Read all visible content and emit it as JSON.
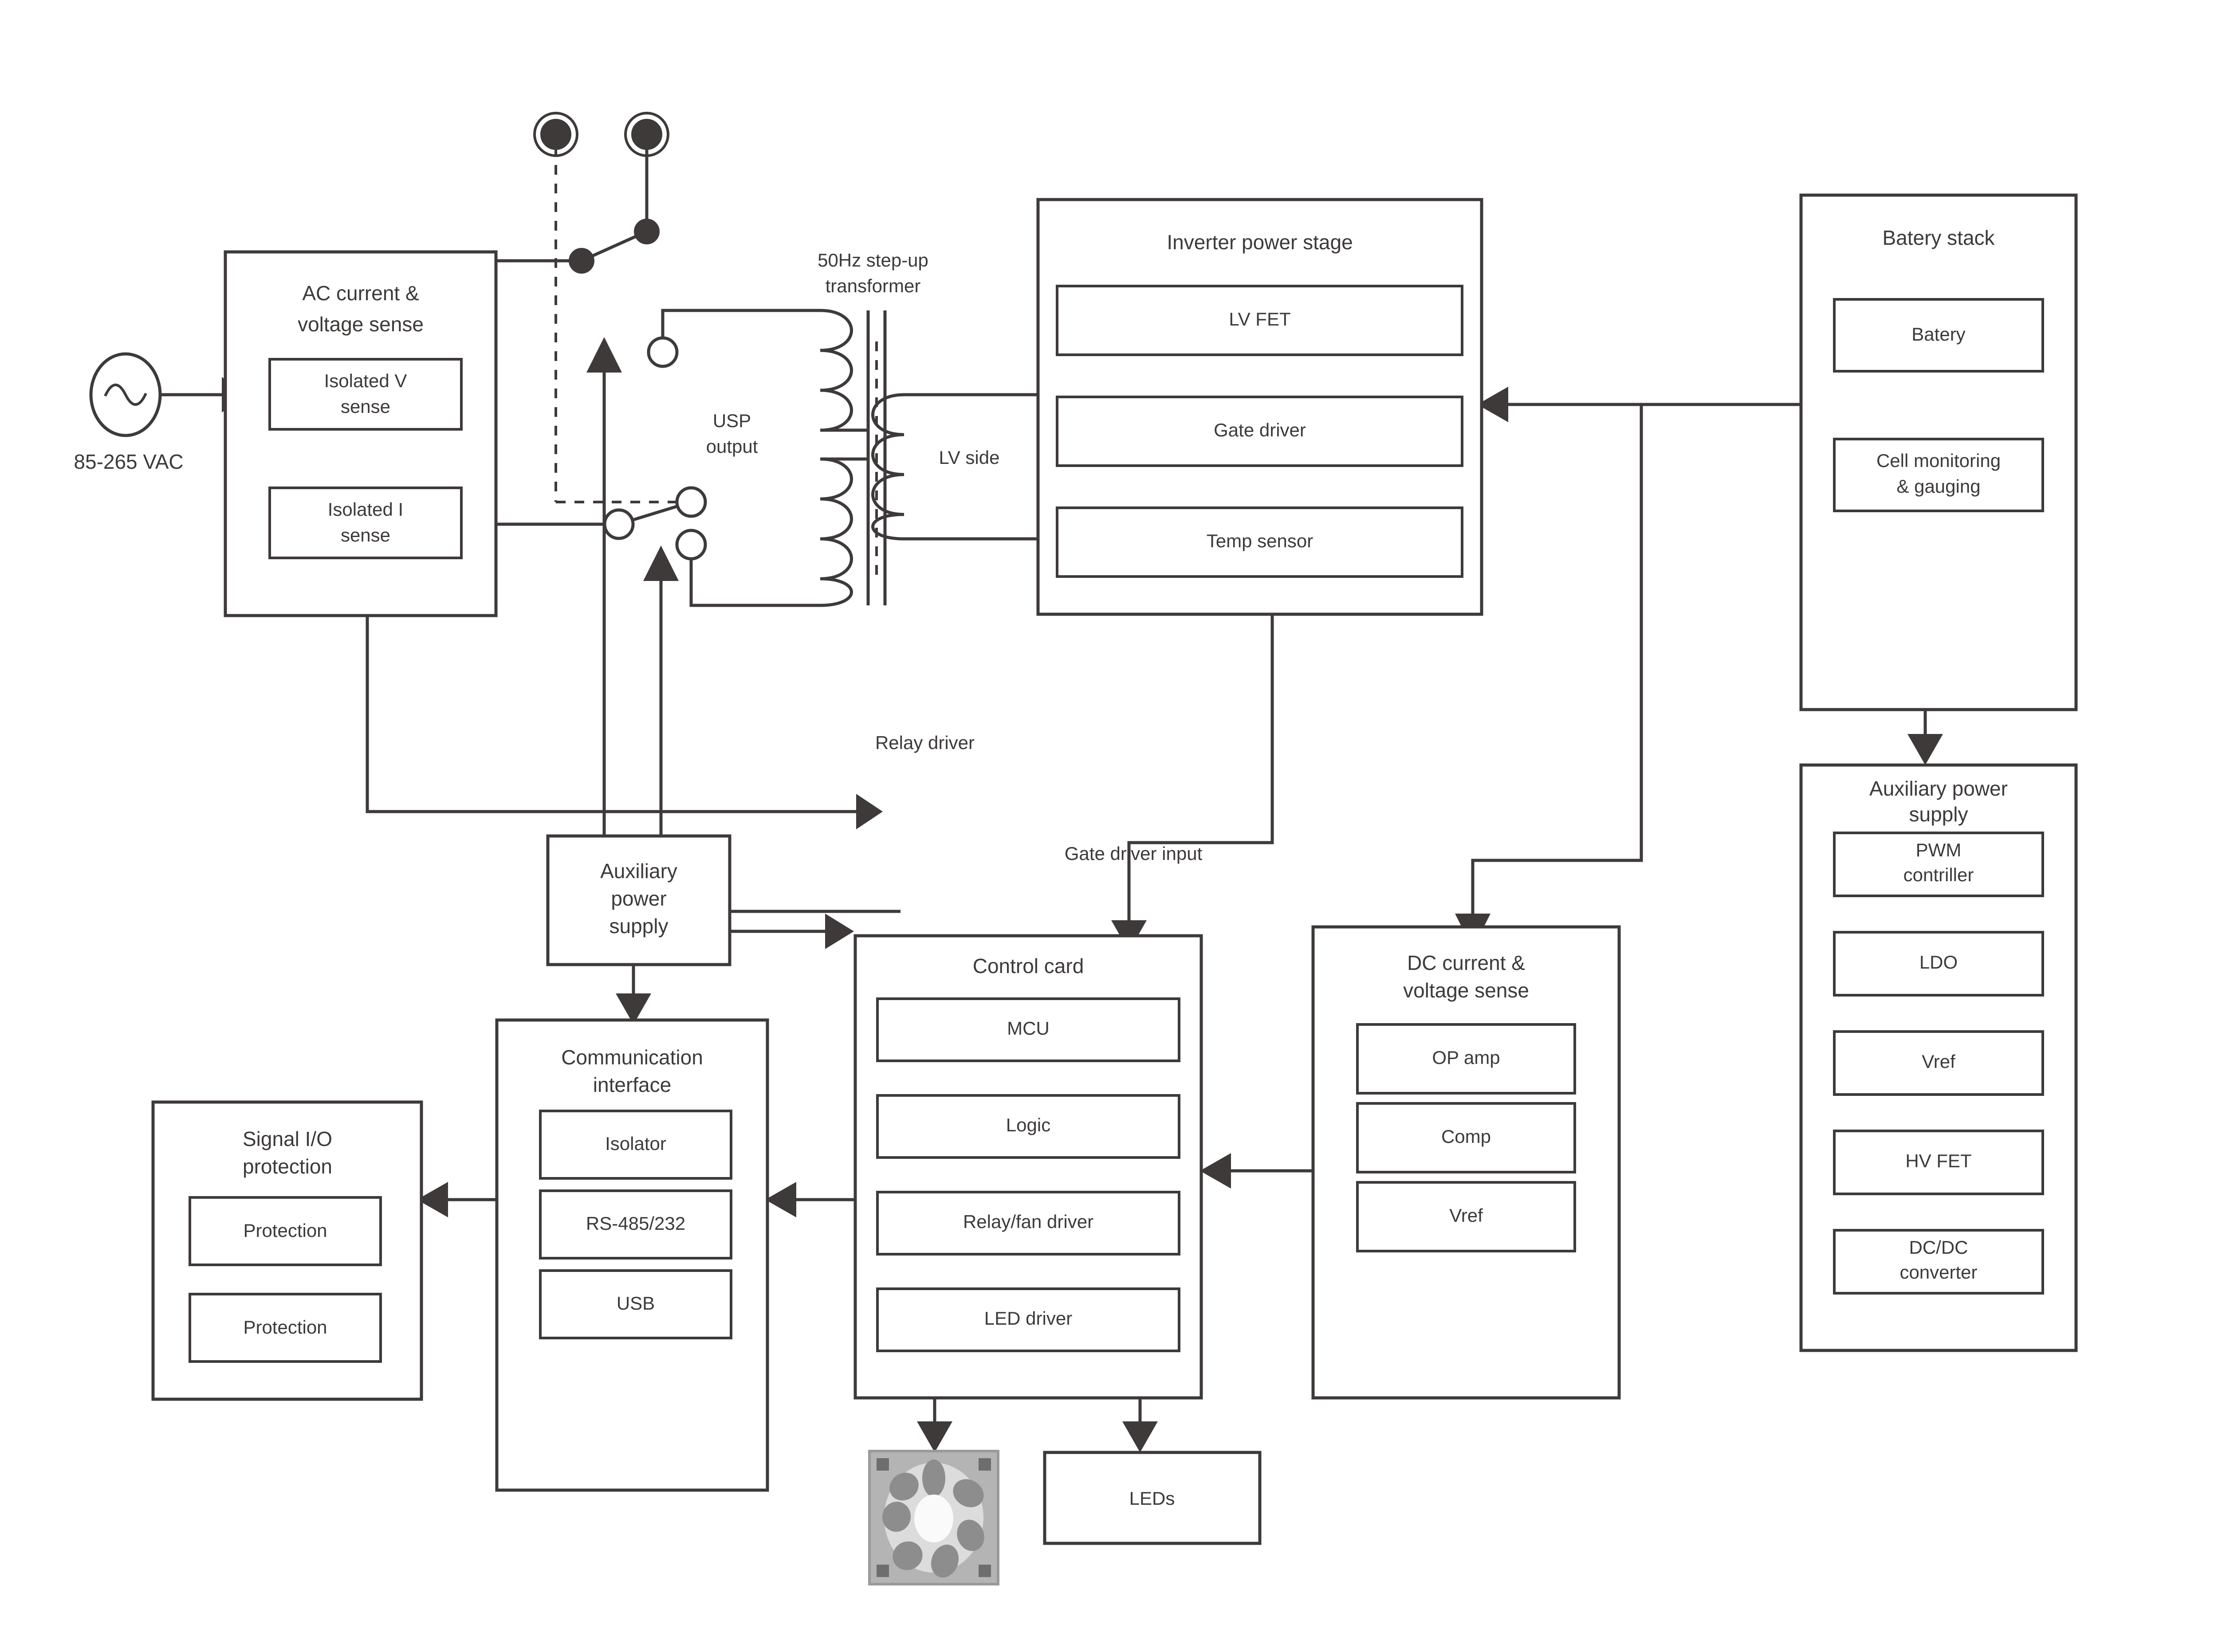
{
  "diagram": {
    "title": "UPS / inverter system block diagram",
    "stroke_color": "#3d3a39",
    "background_color": "#ffffff"
  },
  "source": {
    "icon": "ac-source-icon",
    "label": "85-265 VAC"
  },
  "blocks": {
    "ac_sense": {
      "title_line1": "AC current &",
      "title_line2": "voltage sense",
      "children": [
        {
          "line1": "Isolated V",
          "line2": "sense"
        },
        {
          "line1": "Isolated I",
          "line2": "sense"
        }
      ]
    },
    "transformer": {
      "label_line1": "50Hz step-up",
      "label_line2": "transformer",
      "primary_label_line1": "USP",
      "primary_label_line2": "output",
      "secondary_label": "LV side"
    },
    "inverter": {
      "title": "Inverter power stage",
      "children": [
        {
          "label": "LV FET"
        },
        {
          "label": "Gate driver"
        },
        {
          "label": "Temp sensor"
        }
      ]
    },
    "battery_stack": {
      "title": "Batery stack",
      "children": [
        {
          "line1": "Batery",
          "line2": ""
        },
        {
          "line1": "Cell monitoring",
          "line2": "& gauging"
        }
      ]
    },
    "aux_psu_right": {
      "title_line1": "Auxiliary power",
      "title_line2": "supply",
      "children": [
        {
          "line1": "PWM",
          "line2": "contriller"
        },
        {
          "line1": "LDO",
          "line2": ""
        },
        {
          "line1": "Vref",
          "line2": ""
        },
        {
          "line1": "HV FET",
          "line2": ""
        },
        {
          "line1": "DC/DC",
          "line2": "converter"
        }
      ]
    },
    "aux_psu_left": {
      "title_line1": "Auxiliary",
      "title_line2": "power",
      "title_line3": "supply"
    },
    "control_card": {
      "title": "Control card",
      "children": [
        {
          "label": "MCU"
        },
        {
          "label": "Logic"
        },
        {
          "label": "Relay/fan driver"
        },
        {
          "label": "LED driver"
        }
      ]
    },
    "dc_sense": {
      "title_line1": "DC current &",
      "title_line2": "voltage sense",
      "children": [
        {
          "label": "OP amp"
        },
        {
          "label": "Comp"
        },
        {
          "label": "Vref"
        }
      ]
    },
    "comm_interface": {
      "title_line1": "Communication",
      "title_line2": "interface",
      "children": [
        {
          "label": "Isolator"
        },
        {
          "label": "RS-485/232"
        },
        {
          "label": "USB"
        }
      ]
    },
    "signal_io": {
      "title_line1": "Signal I/O",
      "title_line2": "protection",
      "children": [
        {
          "label": "Protection"
        },
        {
          "label": "Protection"
        }
      ]
    },
    "leds": {
      "label": "LEDs"
    },
    "fan": {
      "icon": "fan-icon"
    }
  },
  "wire_labels": {
    "relay_driver": "Relay driver",
    "gate_driver_input": "Gate driver input"
  }
}
